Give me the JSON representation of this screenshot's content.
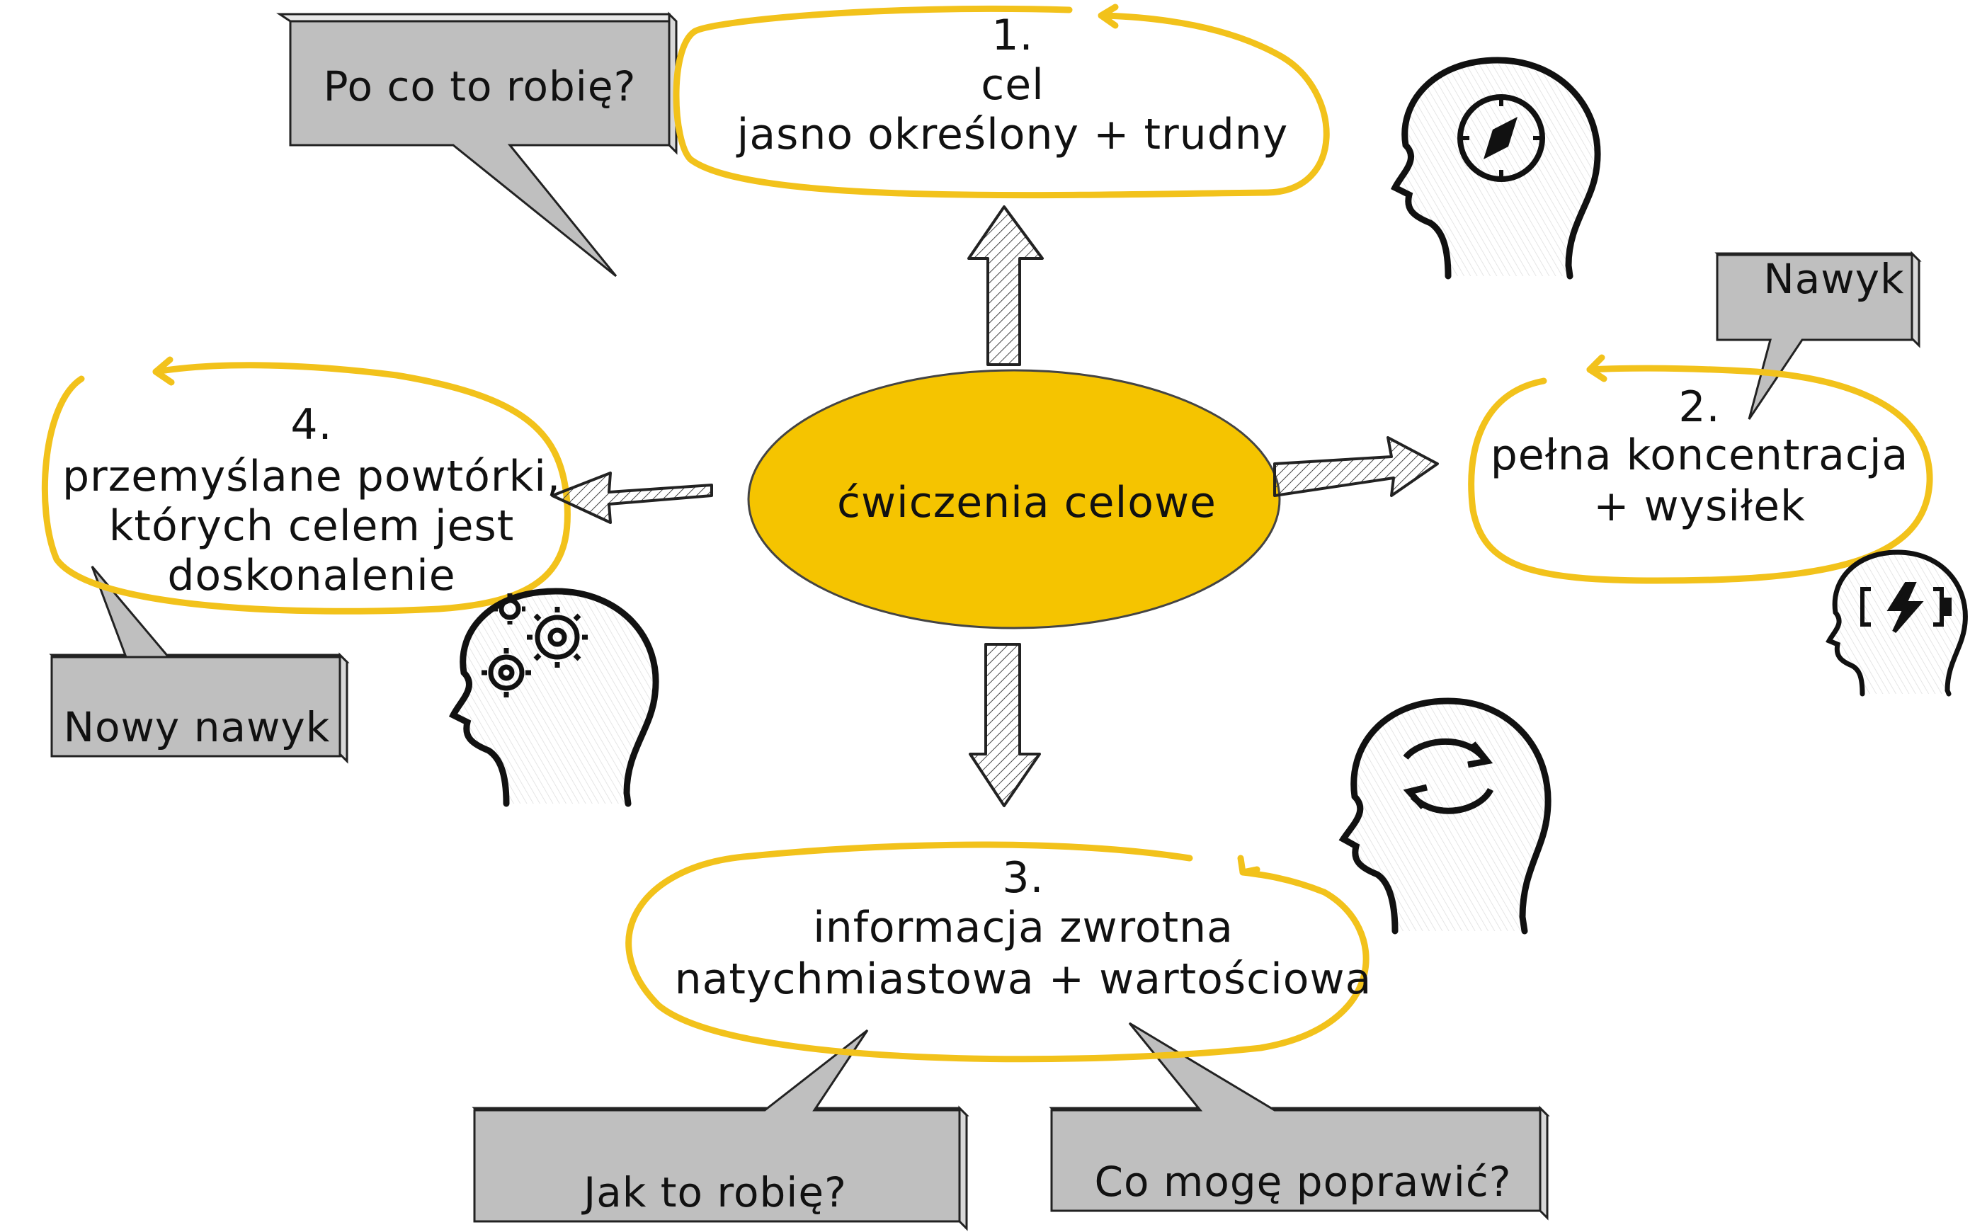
{
  "center": {
    "label": "ćwiczenia celowe"
  },
  "steps": [
    {
      "number": "1.",
      "lines": [
        "cel",
        "jasno określony + trudny"
      ]
    },
    {
      "number": "2.",
      "lines": [
        "pełna koncentracja",
        "+ wysiłek"
      ]
    },
    {
      "number": "3.",
      "lines": [
        "informacja zwrotna",
        "natychmiastowa + wartościowa"
      ]
    },
    {
      "number": "4.",
      "lines": [
        "przemyślane powtórki,",
        "których celem jest",
        "doskonalenie"
      ]
    }
  ],
  "bubbles": [
    {
      "text": "Po co to robię?"
    },
    {
      "text": "Nawyk"
    },
    {
      "text": "Nowy nawyk"
    },
    {
      "text": "Jak to robię?"
    },
    {
      "text": "Co mogę poprawić?"
    }
  ],
  "heads": [
    {
      "icon": "compass-icon"
    },
    {
      "icon": "battery-lightning-icon"
    },
    {
      "icon": "refresh-arrows-icon"
    },
    {
      "icon": "gears-icon"
    }
  ],
  "colors": {
    "yellow": "#F5C400",
    "outline": "#F2C21B",
    "grey": "#BFBFBF",
    "ink": "#111111"
  }
}
